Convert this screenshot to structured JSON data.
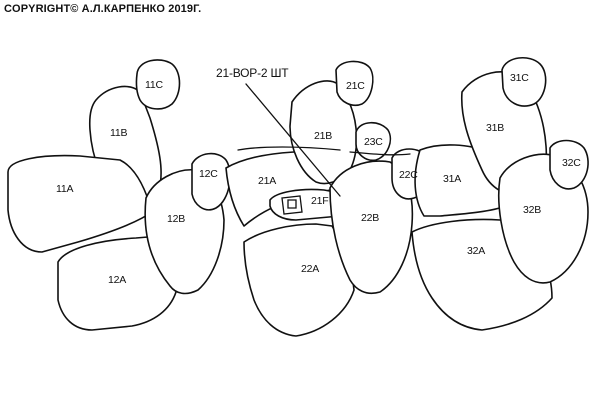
{
  "copyright": "COPYRIGHT© А.Л.КАРПЕНКО 2019Г.",
  "callout": {
    "text": "21-ВОР-2 ШТ"
  },
  "parts": {
    "11C": "11C",
    "11B": "11B",
    "11A": "11A",
    "12C": "12C",
    "12B": "12B",
    "12A": "12A",
    "21C": "21C",
    "21B": "21B",
    "21A": "21A",
    "21F": "21F",
    "22C": "22C",
    "22B": "22B",
    "22A": "22A",
    "23C": "23C",
    "31C": "31C",
    "31B": "31B",
    "31A": "31A",
    "32C": "32C",
    "32B": "32B",
    "32A": "32A"
  }
}
